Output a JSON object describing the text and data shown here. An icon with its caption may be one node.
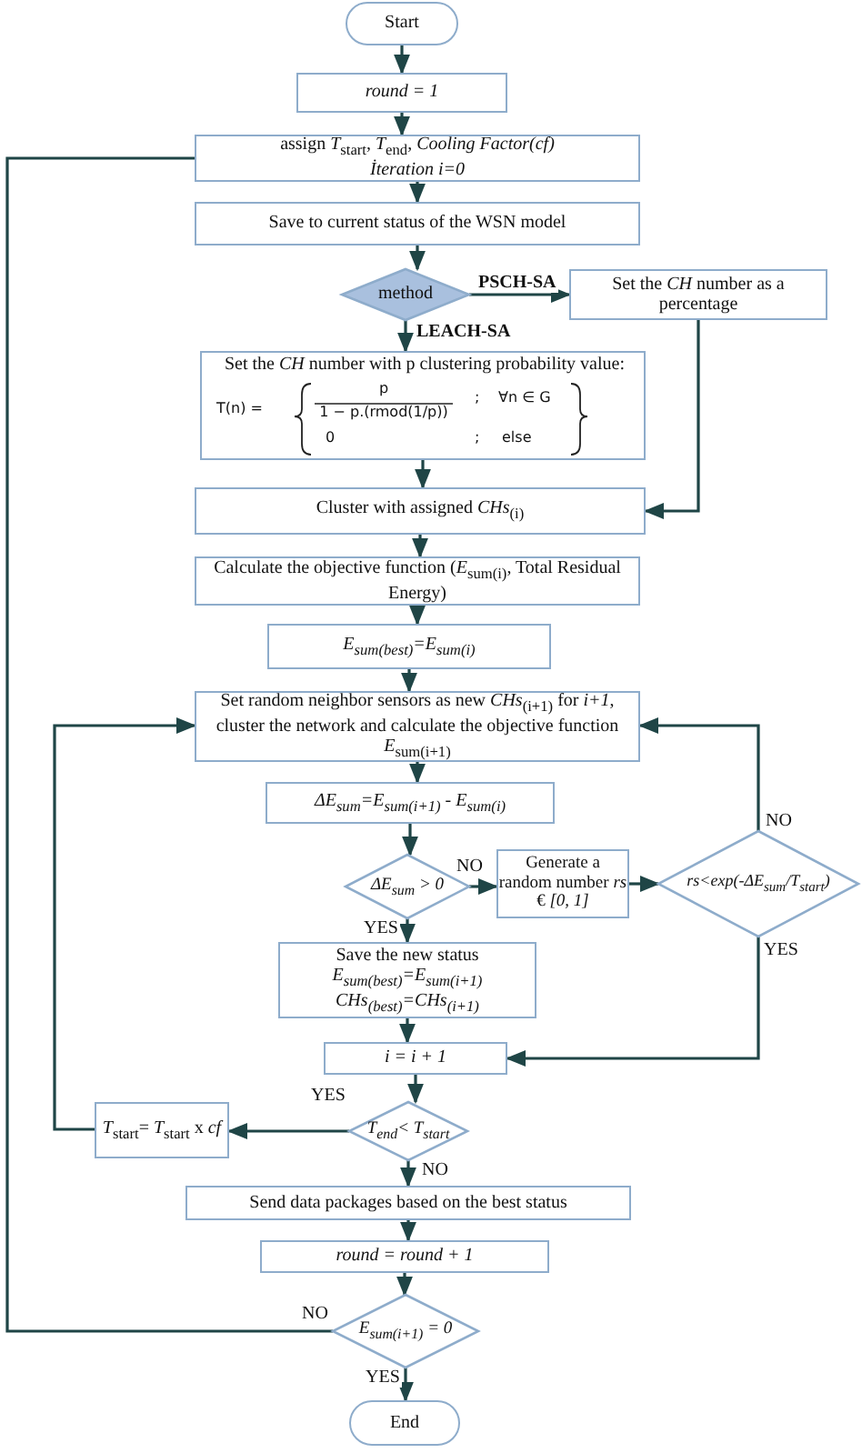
{
  "diagram": {
    "nodes": [
      {
        "text": [
          "Start"
        ]
      },
      {
        "text": [
          "round = 1"
        ]
      },
      {
        "text": [
          "assign *T*$_{start}$, *T*$_{end}$, *Cooling Factor(cf)*",
          "İteration i=0"
        ]
      },
      {
        "text": [
          "Save to current status of the WSN model"
        ]
      },
      {
        "text": [
          "method"
        ]
      },
      {
        "text": [
          "Set the *CH* number as a percentage"
        ]
      },
      {
        "text": [
          "Set the *CH* number with p clustering probability value:",
          "T(n) =",
          "p",
          "1 − p.(rmod(1/p))",
          ";",
          "∀n ∈ G",
          "0",
          ";",
          "else"
        ]
      },
      {
        "text": [
          "Cluster with assigned *CHs*$_{(i)}$"
        ]
      },
      {
        "text": [
          "Calculate the objective function (*E*$_{sum(i)}$, Total Residual Energy)"
        ]
      },
      {
        "text": [
          "E$_{sum(best)}$=E$_{sum(i)}$"
        ]
      },
      {
        "text": [
          "Set random neighbor sensors as new *CHs*$_{(i+1)}$ for *i+1*, cluster the network and calculate the objective function *E*$_{sum(i+1)}$"
        ]
      },
      {
        "text": [
          "ΔE$_{sum}$=E$_{sum(i+1)}$ - E$_{sum(i)}$"
        ]
      },
      {
        "text": [
          "ΔE$_{sum}$ > 0"
        ]
      },
      {
        "text": [
          "Generate a random number *rs* € *[0, 1]*"
        ]
      },
      {
        "text": [
          "rs<exp(-ΔE$_{sum}$/T$_{start}$)"
        ]
      },
      {
        "text": [
          "Save the new status",
          "E$_{sum(best)}$=E$_{sum(i+1)}$",
          "CHs$_{(best)}$=CHs$_{(i+1)}$"
        ]
      },
      {
        "text": [
          "i = i + 1"
        ]
      },
      {
        "text": [
          "T$_{end}$< T$_{start}$"
        ]
      },
      {
        "text": [
          "*T*$_{start}$= *T*$_{start}$ x *cf*"
        ]
      },
      {
        "text": [
          "Send data packages based on the best status"
        ]
      },
      {
        "text": [
          "round = round + 1"
        ]
      },
      {
        "text": [
          "E$_{sum(i+1)}$ = 0"
        ]
      },
      {
        "text": [
          "End"
        ]
      }
    ],
    "edges": [
      {
        "from": 0,
        "to": 1,
        "arrow": "to"
      },
      {
        "from": 1,
        "to": 2,
        "arrow": "to"
      },
      {
        "from": 2,
        "to": 3,
        "arrow": "to"
      },
      {
        "from": 3,
        "to": 4,
        "arrow": "to"
      },
      {
        "from": 4,
        "to": 5,
        "arrow": "to",
        "label": "PSCH-SA"
      },
      {
        "from": 4,
        "to": 6,
        "arrow": "to",
        "label": "LEACH-SA"
      },
      {
        "from": 5,
        "to": 7,
        "arrow": "to"
      },
      {
        "from": 6,
        "to": 7,
        "arrow": "to"
      },
      {
        "from": 7,
        "to": 8,
        "arrow": "to"
      },
      {
        "from": 8,
        "to": 9,
        "arrow": "to"
      },
      {
        "from": 9,
        "to": 10,
        "arrow": "to"
      },
      {
        "from": 10,
        "to": 11,
        "arrow": "to"
      },
      {
        "from": 11,
        "to": 12,
        "arrow": "to"
      },
      {
        "from": 12,
        "to": 13,
        "arrow": "to",
        "label": "NO"
      },
      {
        "from": 12,
        "to": 15,
        "arrow": "to",
        "label": "YES"
      },
      {
        "from": 13,
        "to": 14,
        "arrow": "to"
      },
      {
        "from": 14,
        "to": 10,
        "arrow": "to",
        "label": "NO"
      },
      {
        "from": 14,
        "to": 16,
        "arrow": "to",
        "label": "YES"
      },
      {
        "from": 15,
        "to": 16,
        "arrow": "to"
      },
      {
        "from": 16,
        "to": 17,
        "arrow": "to"
      },
      {
        "from": 17,
        "to": 18,
        "arrow": "to",
        "label": "YES"
      },
      {
        "from": 18,
        "to": 10,
        "arrow": "to"
      },
      {
        "from": 17,
        "to": 19,
        "arrow": "to",
        "label": "NO"
      },
      {
        "from": 19,
        "to": 20,
        "arrow": "to"
      },
      {
        "from": 20,
        "to": 21,
        "arrow": "to"
      },
      {
        "from": 21,
        "to": 2,
        "arrow": "none",
        "label": "NO"
      },
      {
        "from": 21,
        "to": 22,
        "arrow": "to",
        "label": "YES"
      }
    ]
  }
}
